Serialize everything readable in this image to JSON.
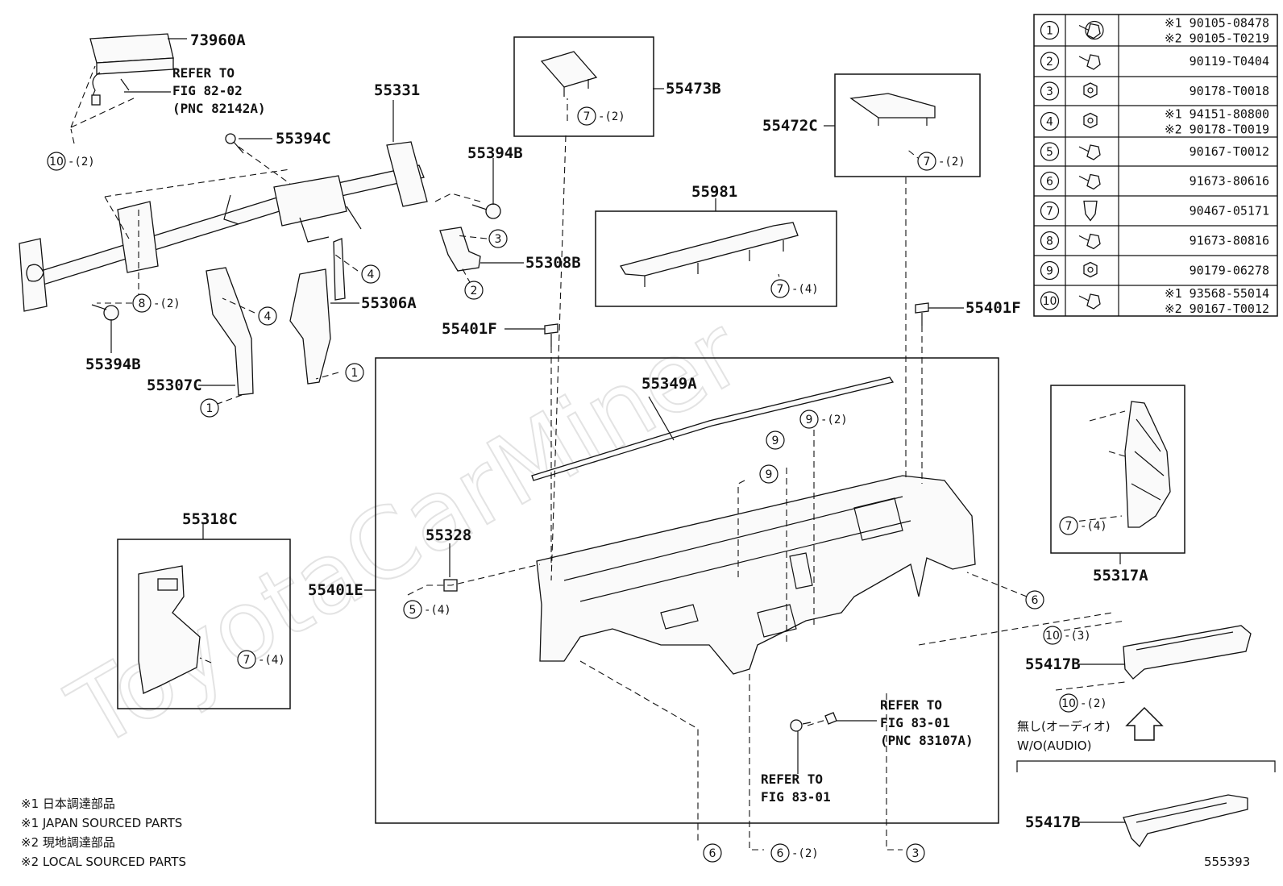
{
  "watermark": "ToyotaCarMiner",
  "diagram_id": "555393",
  "part_labels": {
    "p73960A": "73960A",
    "p55331": "55331",
    "p55394C": "55394C",
    "p55394B_top": "55394B",
    "p55394B_left": "55394B",
    "p55473B": "55473B",
    "p55472C": "55472C",
    "p55981": "55981",
    "p55308B": "55308B",
    "p55306A": "55306A",
    "p55307C": "55307C",
    "p55401F_left": "55401F",
    "p55401F_right": "55401F",
    "p55349A": "55349A",
    "p55318C": "55318C",
    "p55328": "55328",
    "p55401E": "55401E",
    "p55317A": "55317A",
    "p55417B_top": "55417B",
    "p55417B_bottom": "55417B"
  },
  "refs": {
    "fig8202": [
      "REFER TO",
      "FIG 82-02",
      "(PNC 82142A)"
    ],
    "fig8301_a": [
      "REFER TO",
      "FIG 83-01",
      "(PNC 83107A)"
    ],
    "fig8301_b": [
      "REFER TO",
      "FIG 83-01"
    ]
  },
  "callouts": [
    {
      "n": "10",
      "q": "-(2)"
    },
    {
      "n": "8",
      "q": "-(2)"
    },
    {
      "n": "7",
      "q": "-(2)"
    },
    {
      "n": "7",
      "q": "-(2)"
    },
    {
      "n": "7",
      "q": "-(4)"
    },
    {
      "n": "3",
      "q": ""
    },
    {
      "n": "2",
      "q": ""
    },
    {
      "n": "4",
      "q": ""
    },
    {
      "n": "4",
      "q": ""
    },
    {
      "n": "1",
      "q": ""
    },
    {
      "n": "1",
      "q": ""
    },
    {
      "n": "9",
      "q": "-(2)"
    },
    {
      "n": "9",
      "q": ""
    },
    {
      "n": "9",
      "q": ""
    },
    {
      "n": "5",
      "q": "-(4)"
    },
    {
      "n": "7",
      "q": "-(4)"
    },
    {
      "n": "6",
      "q": ""
    },
    {
      "n": "7",
      "q": "-(4)"
    },
    {
      "n": "10",
      "q": "-(3)"
    },
    {
      "n": "10",
      "q": "-(2)"
    },
    {
      "n": "6",
      "q": ""
    },
    {
      "n": "6",
      "q": "-(2)"
    },
    {
      "n": "3",
      "q": ""
    }
  ],
  "parts_table": [
    {
      "no": "1",
      "icon": "flange-bolt-icon",
      "lines": [
        "※1 90105-08478",
        "※2 90105-T0219"
      ]
    },
    {
      "no": "2",
      "icon": "bolt-icon",
      "lines": [
        "90119-T0404"
      ]
    },
    {
      "no": "3",
      "icon": "nut-icon",
      "lines": [
        "90178-T0018"
      ]
    },
    {
      "no": "4",
      "icon": "nut-icon",
      "lines": [
        "※1 94151-80800",
        "※2 90178-T0019"
      ]
    },
    {
      "no": "5",
      "icon": "screw-icon",
      "lines": [
        "90167-T0012"
      ]
    },
    {
      "no": "6",
      "icon": "bolt-icon",
      "lines": [
        "91673-80616"
      ]
    },
    {
      "no": "7",
      "icon": "clip-icon",
      "lines": [
        "90467-05171"
      ]
    },
    {
      "no": "8",
      "icon": "bolt-icon",
      "lines": [
        "91673-80816"
      ]
    },
    {
      "no": "9",
      "icon": "clip-nut-icon",
      "lines": [
        "90179-06278"
      ]
    },
    {
      "no": "10",
      "icon": "screw-icon",
      "lines": [
        "※1 93568-55014",
        "※2 90167-T0012"
      ]
    }
  ],
  "variant": {
    "jp": "無し(オーディオ)",
    "en": "W/O(AUDIO)"
  },
  "legend": [
    "※1 日本調達部品",
    "※1 JAPAN SOURCED PARTS",
    "※2 現地調達部品",
    "※2 LOCAL SOURCED PARTS"
  ]
}
